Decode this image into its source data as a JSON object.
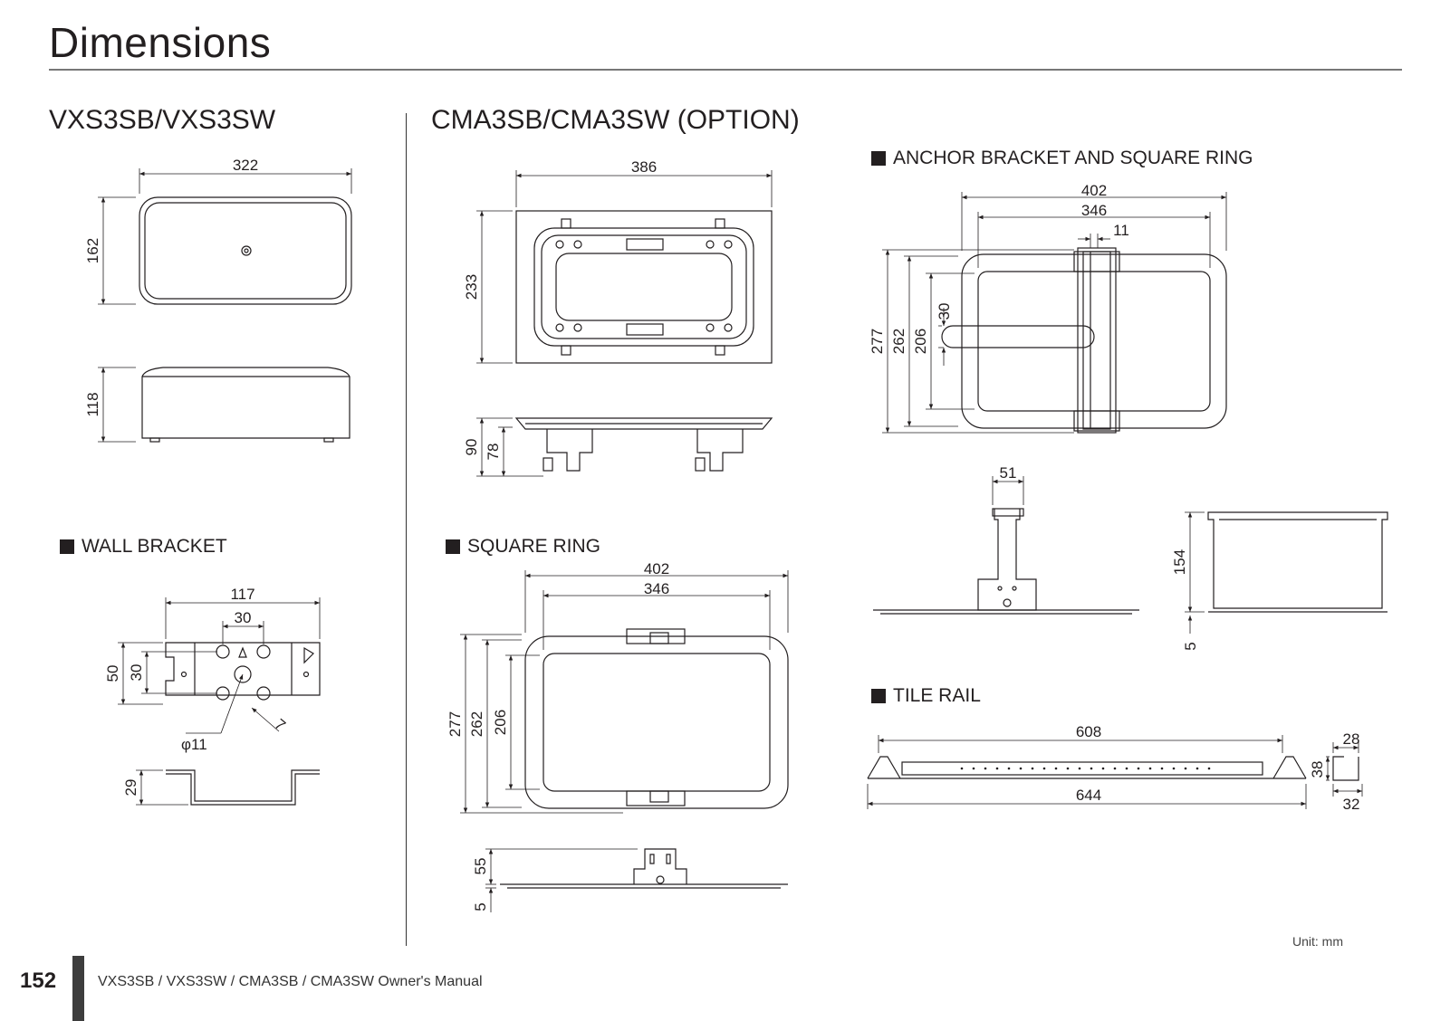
{
  "page": {
    "title": "Dimensions",
    "unit_note": "Unit: mm",
    "page_number": "152",
    "footer_text": "VXS3SB / VXS3SW / CMA3SB / CMA3SW Owner's Manual"
  },
  "left_column": {
    "heading": "VXS3SB/VXS3SW",
    "top_view": {
      "width": "322",
      "height": "162"
    },
    "side_view": {
      "height": "118"
    },
    "wall_bracket": {
      "heading": "WALL BRACKET",
      "width": "117",
      "hole_pitch": "30",
      "height": "50",
      "hole_height": "30",
      "hole_diameter": "φ11",
      "slot": "7",
      "side_height": "29"
    }
  },
  "right_column": {
    "heading": "CMA3SB/CMA3SW (OPTION)",
    "front_view": {
      "width": "386",
      "height": "233"
    },
    "side_view": {
      "height_total": "90",
      "height_body": "78"
    },
    "square_ring": {
      "heading": "SQUARE RING",
      "outer_width": "402",
      "inner_width": "346",
      "outer_height": "277",
      "mid_height": "262",
      "inner_height": "206",
      "side_height": "55",
      "flange": "5"
    },
    "anchor_bracket": {
      "heading": "ANCHOR BRACKET AND SQUARE RING",
      "outer_width": "402",
      "inner_width": "346",
      "bracket_width": "11",
      "outer_height": "277",
      "mid_height": "262",
      "inner_height": "206",
      "slot_height": "30",
      "bracket_top": "51",
      "side_height": "154",
      "side_flange": "5"
    },
    "tile_rail": {
      "heading": "TILE RAIL",
      "inner_length": "608",
      "outer_length": "644",
      "profile_width": "28",
      "profile_height": "38",
      "profile_base": "32"
    }
  }
}
